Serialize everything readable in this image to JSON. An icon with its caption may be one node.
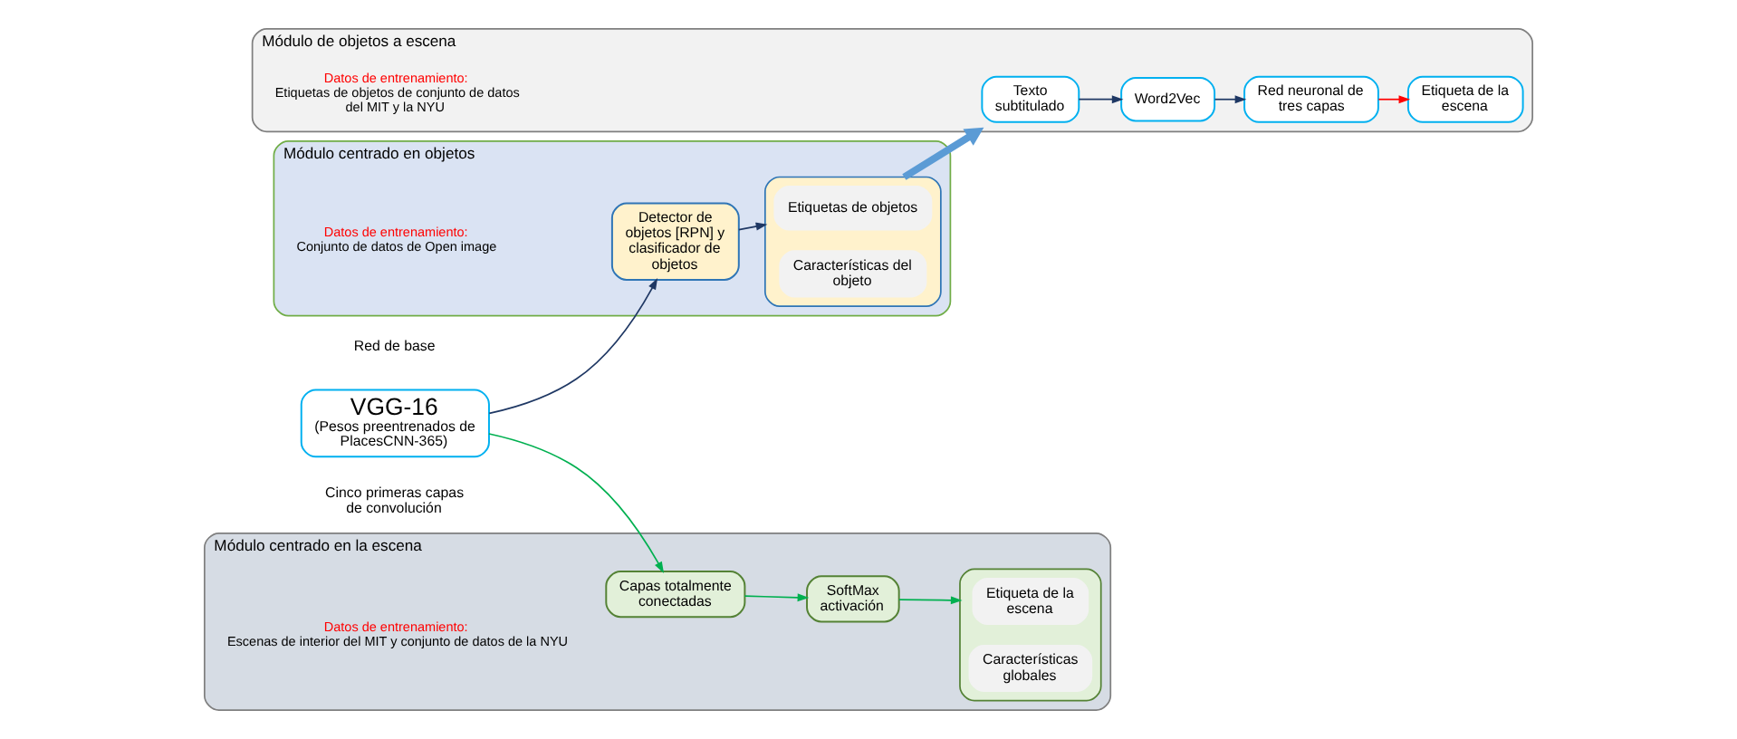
{
  "diagram": {
    "nodes": [
      {
        "text": [
          "VGG-16",
          "(Pesos preentrenados de PlacesCNN-365)"
        ],
        "beside": [
          "Red de base",
          "Cinco primeras capas de convolución"
        ]
      },
      {
        "text": [
          "Módulo centrado en objetos",
          "Datos de entrenamiento: Conjunto de datos de Open image"
        ]
      },
      {
        "text": [
          "Detector de objetos [RPN] y clasificador de objetos"
        ],
        "in": 1
      },
      {
        "text": [],
        "shape": "box",
        "in": 1
      },
      {
        "text": [
          "Etiquetas de objetos"
        ],
        "in": 3
      },
      {
        "text": [
          "Características del objeto"
        ],
        "in": 3
      },
      {
        "text": [
          "Módulo de objetos a escena",
          "Datos de entrenamiento: Etiquetas de objetos de conjunto de datos del MIT y la NYU"
        ]
      },
      {
        "text": [
          "Texto subtitulado"
        ],
        "in": 6
      },
      {
        "text": [
          "Word2Vec"
        ],
        "in": 6
      },
      {
        "text": [
          "Red neuronal de tres capas"
        ],
        "in": 6
      },
      {
        "text": [
          "Etiqueta de la escena"
        ],
        "in": 6
      },
      {
        "text": [
          "Módulo centrado en la escena",
          "Datos de entrenamiento: Escenas de interior del MIT y conjunto de datos de la NYU"
        ]
      },
      {
        "text": [
          "Capas totalmente conectadas"
        ],
        "in": 11
      },
      {
        "text": [
          "SoftMax activación"
        ],
        "in": 11
      },
      {
        "text": [],
        "shape": "box",
        "in": 11
      },
      {
        "text": [
          "Etiqueta de la escena"
        ],
        "in": 14
      },
      {
        "text": [
          "Características globales"
        ],
        "in": 14
      }
    ],
    "edges": [
      {
        "from": 0,
        "to": 2,
        "arrow": "to"
      },
      {
        "from": 0,
        "to": 12,
        "arrow": "to",
        "color": "#00b050"
      },
      {
        "from": 2,
        "to": 3,
        "arrow": "to"
      },
      {
        "from": 3,
        "to": 6,
        "arrow": "to",
        "style": "thick",
        "color": "#5b9bd5"
      },
      {
        "from": 7,
        "to": 8,
        "arrow": "to"
      },
      {
        "from": 8,
        "to": 9,
        "arrow": "to"
      },
      {
        "from": 9,
        "to": 10,
        "arrow": "to",
        "color": "#ff0000"
      },
      {
        "from": 12,
        "to": 13,
        "arrow": "to",
        "color": "#00b050"
      },
      {
        "from": 13,
        "to": 14,
        "arrow": "to",
        "color": "#00b050"
      }
    ]
  }
}
